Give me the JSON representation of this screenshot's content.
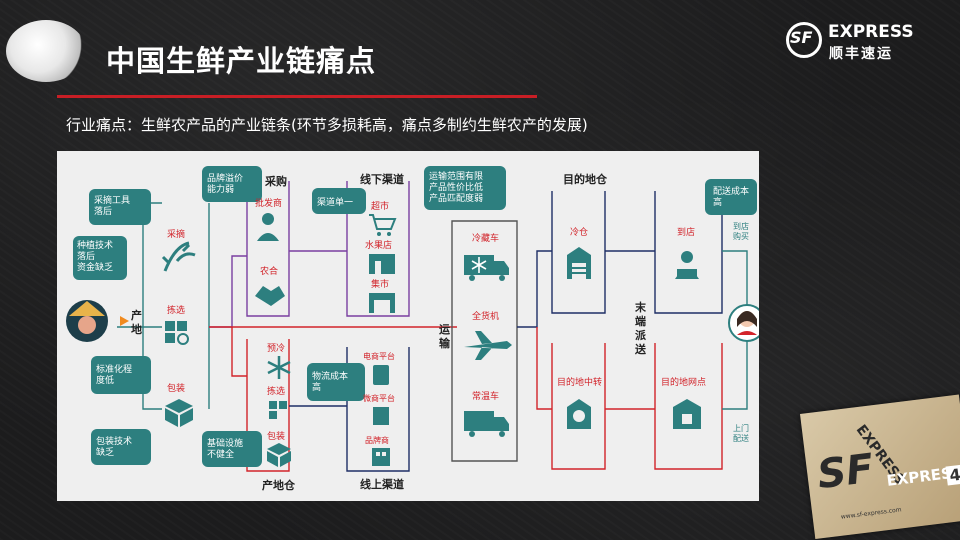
{
  "slide": {
    "title": "中国生鲜产业链痛点",
    "subtitle": "行业痛点：生鲜农产品的产业链条(环节多损耗高，痛点多制约生鲜农产的发展)",
    "page_number": "4"
  },
  "logo": {
    "en": "EXPRESS",
    "cn": "顺丰速运",
    "mark": "SF"
  },
  "box": {
    "sf": "SF",
    "express": "EXPRESS",
    "express2": "EXPRESS",
    "web": "www.sf-express.com"
  },
  "colors": {
    "teal": "#2d7f7f",
    "purple": "#7a3fa0",
    "red": "#d2232a",
    "navy": "#1f2f66",
    "text_teal": "#3aa39c",
    "accent_red": "#d2232a"
  },
  "diagram": {
    "callouts": {
      "tools": "采摘工具\n落后",
      "tech": "种植技术\n落后\n资金缺乏",
      "standard": "标准化程\n度低",
      "pack_tech": "包装技术\n缺乏",
      "brand": "品牌溢价\n能力弱",
      "channel": "渠道单一",
      "logistics_cost": "物流成本\n高",
      "infra": "基础设施\n不健全",
      "transport": "运输范围有限\n产品性价比低\n产品匹配度弱",
      "delivery_cost": "配送成本\n高"
    },
    "labels": {
      "origin": "产地",
      "harvest": "采摘",
      "sort": "拣选",
      "pack": "包装",
      "procure": "采购",
      "wholesaler": "批发商",
      "coop": "农合",
      "offline": "线下渠道",
      "supermarket": "超市",
      "fruit_shop": "水果店",
      "market": "集市",
      "origin_wh": "产地仓",
      "precool": "预冷",
      "sort2": "拣选",
      "pack2": "包装",
      "online": "线上渠道",
      "ecommerce": "电商平台",
      "wechat": "微商平台",
      "brand_store": "品牌商",
      "transport": "运输",
      "cold_truck": "冷藏车",
      "cargo_plane": "全货机",
      "normal_truck": "常温车",
      "dest_wh": "目的地仓",
      "cold_wh": "冷仓",
      "last_mile": "末端派送",
      "dest_hub": "目的地中转",
      "to_store": "到店",
      "dest_outlet": "目的地网点",
      "to_store_buy": "到店\n购买",
      "home_delivery": "上门\n配送"
    }
  }
}
